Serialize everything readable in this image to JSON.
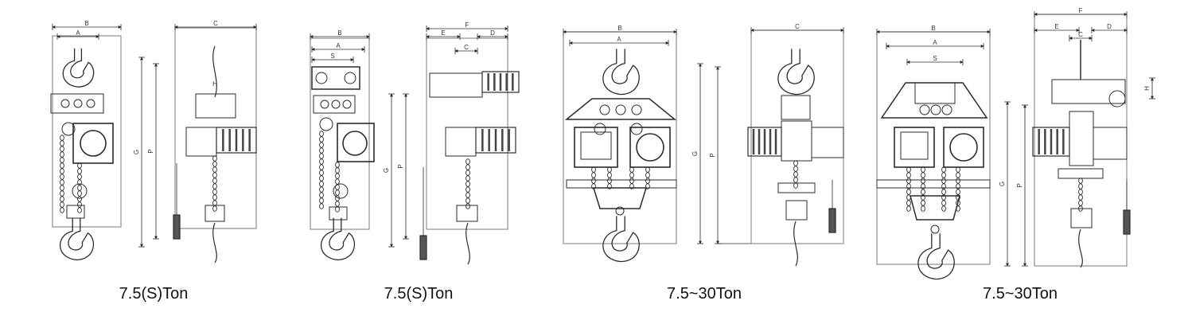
{
  "stroke_color": "#2b2b2b",
  "light_stroke_color": "#7a7a7a",
  "background_color": "#ffffff",
  "figures": [
    {
      "variant": "trolley-hook-suspension",
      "caption": "7.5(S)Ton",
      "front_dims": [
        "B",
        "A"
      ],
      "side_dims": [
        "C",
        "H"
      ],
      "vertical_dims": [
        "P",
        "G"
      ]
    },
    {
      "variant": "trolley-with-motor",
      "caption": "7.5(S)Ton",
      "front_dims": [
        "B",
        "A",
        "S"
      ],
      "side_dims": [
        "E",
        "F",
        "D",
        "C"
      ],
      "vertical_dims": [
        "P",
        "G"
      ]
    },
    {
      "variant": "hook-suspension",
      "caption": "7.5~30Ton",
      "front_dims": [
        "B",
        "A"
      ],
      "side_dims": [
        "C"
      ],
      "vertical_dims": [
        "G",
        "P"
      ]
    },
    {
      "variant": "trolley-suspension",
      "caption": "7.5~30Ton",
      "front_dims": [
        "B",
        "A",
        "S"
      ],
      "side_dims": [
        "F",
        "E",
        "D",
        "C",
        "H"
      ],
      "vertical_dims": [
        "G",
        "P"
      ]
    }
  ]
}
